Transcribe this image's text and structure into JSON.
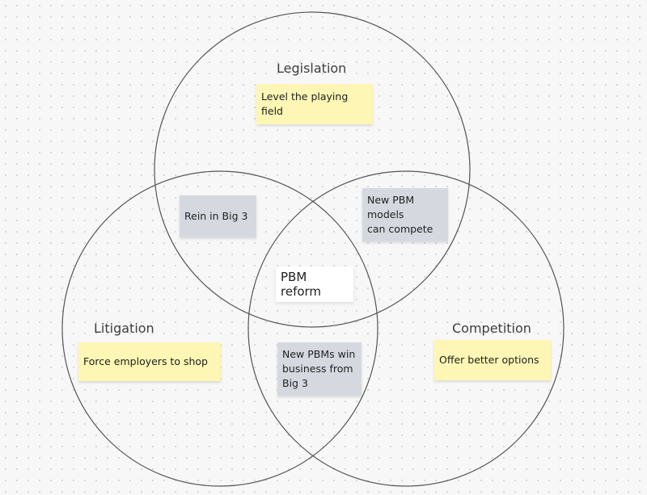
{
  "circles": [
    {
      "label": "Legislation"
    },
    {
      "label": "Litigation"
    },
    {
      "label": "Competition"
    }
  ],
  "notes": {
    "legislation": "Level the playing field",
    "litigation": "Force employers to shop",
    "competition": "Offer better options",
    "legislation_litigation": "Rein in Big 3",
    "legislation_competition": "New PBM\nmodels\ncan compete",
    "litigation_competition": "New PBMs win\nbusiness from\nBig 3",
    "center": "PBM reform"
  },
  "colors": {
    "yellow_note": "#fdf6b4",
    "grey_note": "#d5d9df",
    "outline": "#555555"
  }
}
